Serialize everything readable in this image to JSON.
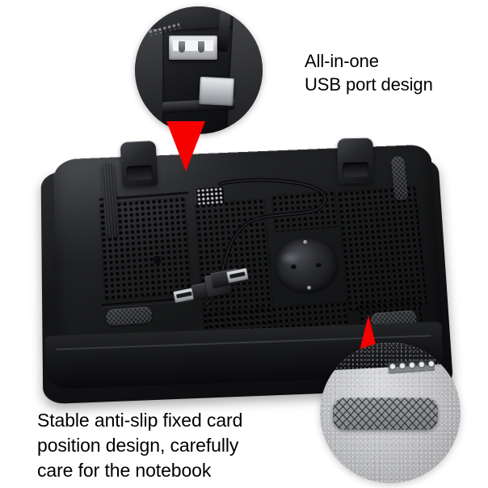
{
  "image": {
    "subject": "Laptop cooling pad — underside / deck view with two magnified feature callouts",
    "background_color": "#ffffff",
    "accent_color": "#f70000"
  },
  "callouts": [
    {
      "id": "usb",
      "position": "top-left",
      "shape": "circle",
      "magnifies": "dual USB port cluster on the cooling pad deck",
      "pointer_direction": "down",
      "pointer_color": "#f70000",
      "caption": "All-in-one\nUSB port design",
      "caption_line1": "All-in-one",
      "caption_line2": "USB port design",
      "caption_position": "right-of-circle"
    },
    {
      "id": "grip",
      "position": "bottom-right",
      "shape": "circle",
      "magnifies": "gray crosshatch anti-slip rubber grip pad",
      "pointer_direction": "up",
      "pointer_color": "#f70000",
      "caption": "Stable anti-slip fixed card\nposition design, carefully\ncare for the notebook",
      "caption_line1": "Stable anti-slip fixed card",
      "caption_line2": "position design, carefully",
      "caption_line3": "care for the notebook",
      "caption_position": "bottom-left"
    }
  ],
  "product": {
    "name": "laptop-cooling-pad",
    "body_color": "#141517",
    "features": [
      "perforated ventilation grille panels",
      "central circular fan hub",
      "two laptop retaining hooks at top edge",
      "textured anti-slip grip pads",
      "long rubber rail strip on left",
      "attached dual USB type-A cable"
    ]
  }
}
